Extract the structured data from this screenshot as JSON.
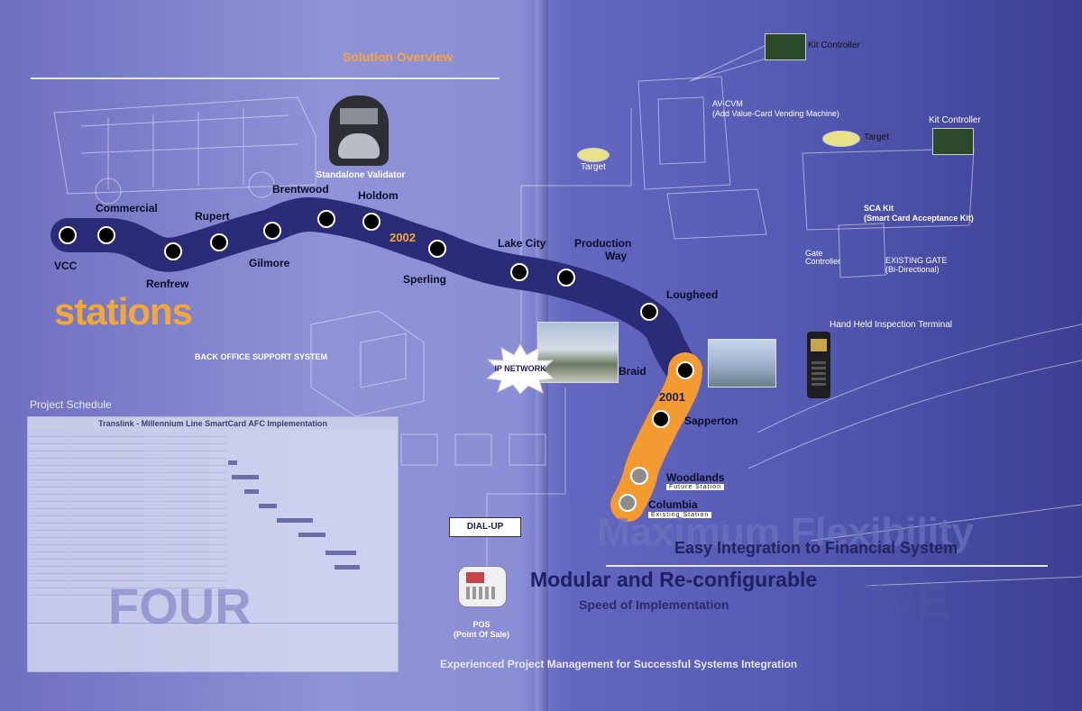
{
  "header": {
    "title": "Solution Overview"
  },
  "validator": {
    "label": "Standalone Validator"
  },
  "stations": {
    "heading": "stations",
    "names": [
      "VCC",
      "Commercial",
      "Renfrew",
      "Rupert",
      "Gilmore",
      "Brentwood",
      "Holdom",
      "Sperling",
      "Lake City",
      "Production",
      "Way",
      "Lougheed",
      "Braid",
      "Sapperton",
      "Woodlands",
      "Columbia"
    ],
    "year_2002": "2002",
    "year_2001": "2001",
    "future_label": "Future Station",
    "existing_label": "Existing Station"
  },
  "equipment": {
    "kit_controller_1": "Kit Controller",
    "avcvm_line1": "AV-CVM",
    "avcvm_line2": "(Add Value-Card Vending Machine)",
    "target_1": "Target",
    "kit_controller_2": "Kit Controller",
    "target_2": "Target",
    "sca_line1": "SCA Kit",
    "sca_line2": "(Smart Card Acceptance Kit)",
    "gate_line1": "Gate",
    "gate_line2": "Controller",
    "existing_gate_line1": "EXISTING GATE",
    "existing_gate_line2": "(Bi-Directional)",
    "handheld": "Hand Held Inspection Terminal"
  },
  "network": {
    "back_office": "BACK OFFICE SUPPORT SYSTEM",
    "ip_network": "IP NETWORK",
    "dial_up": "DIAL-UP",
    "pos_line1": "POS",
    "pos_line2": "(Point Of Sale)"
  },
  "schedule": {
    "caption": "Project Schedule",
    "title": "Translink - Millennium Line SmartCard AFC Implementation"
  },
  "slogans": {
    "four": "FOUR",
    "five": "FIVE",
    "max_flex": "Maximum Flexibility",
    "easy": "Easy Integration to Financial System",
    "modular": "Modular and Re-configurable",
    "speed": "Speed of Implementation",
    "footer": "Experienced Project Management for Successful Systems Integration"
  },
  "colors": {
    "accent_orange": "#f3a736",
    "route_blue": "#2b2c78",
    "route_orange": "#f39a30"
  }
}
